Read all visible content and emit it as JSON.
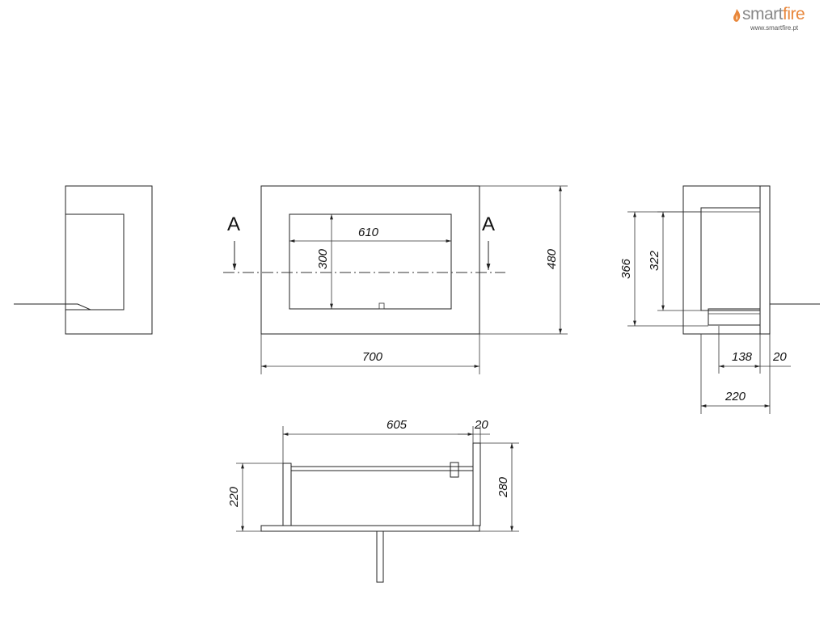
{
  "logo": {
    "brand_prefix": "smart",
    "brand_accent": "fire",
    "website": "www.smartfire.pt",
    "accent_color": "#e8863a"
  },
  "front_view": {
    "section_marker_left": "A",
    "section_marker_right": "A",
    "dim_opening_width": "610",
    "dim_opening_height": "300",
    "dim_total_height": "480",
    "dim_total_width": "700"
  },
  "side_view": {
    "dim_height_outer": "366",
    "dim_height_inner": "322",
    "dim_depth_inner": "138",
    "dim_wall": "20",
    "dim_depth_total": "220"
  },
  "section_view": {
    "dim_inner_width": "605",
    "dim_wall": "20",
    "dim_height_left": "220",
    "dim_height_right": "280"
  }
}
